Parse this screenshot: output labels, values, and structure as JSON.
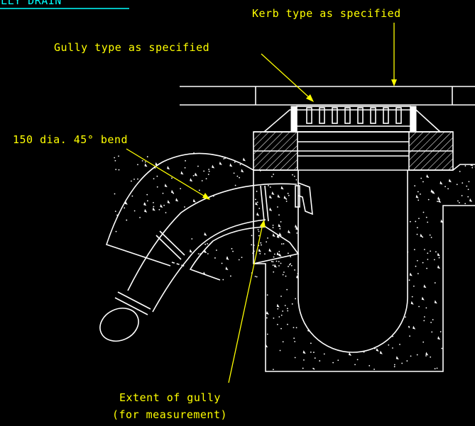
{
  "header": {
    "title": "GULLY DRAIN"
  },
  "labels": {
    "kerb": "Kerb type as specified",
    "gully": "Gully type as specified",
    "bend": "150 dia. 45° bend",
    "extent_line1": "Extent of gully",
    "extent_line2": "(for measurement)"
  },
  "colors": {
    "background": "#000000",
    "linework": "#ffffff",
    "annotation": "#ffff00",
    "title": "#00ffff"
  }
}
